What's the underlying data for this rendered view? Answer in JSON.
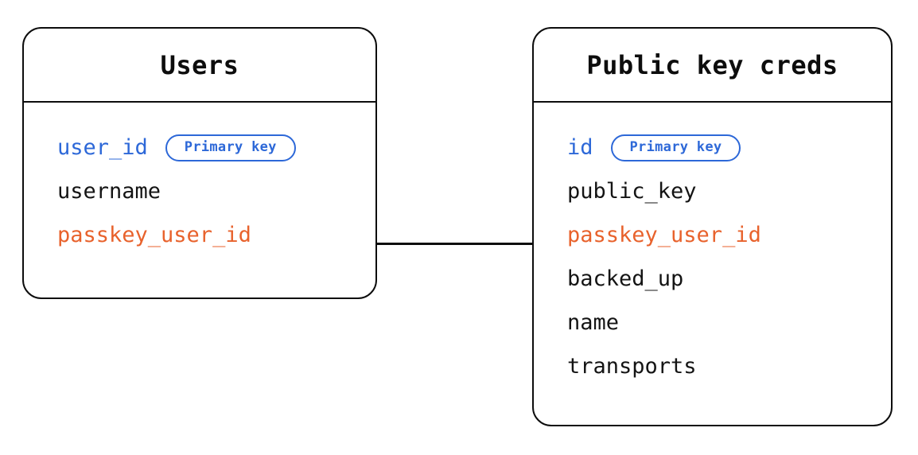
{
  "diagram": {
    "type": "entity-relationship",
    "background_color": "#ffffff",
    "colors": {
      "text": "#141414",
      "border": "#0d0d0d",
      "primary_key": "#2d68d8",
      "foreign_key": "#e8622c"
    },
    "entities": [
      {
        "id": "users",
        "title": "Users",
        "fields": [
          {
            "name": "user_id",
            "role": "key",
            "badge": "Primary key"
          },
          {
            "name": "username",
            "role": "plain",
            "badge": null
          },
          {
            "name": "passkey_user_id",
            "role": "fk",
            "badge": null
          }
        ]
      },
      {
        "id": "public-key-creds",
        "title": "Public key creds",
        "fields": [
          {
            "name": "id",
            "role": "key",
            "badge": "Primary key"
          },
          {
            "name": "public_key",
            "role": "plain",
            "badge": null
          },
          {
            "name": "passkey_user_id",
            "role": "fk",
            "badge": null
          },
          {
            "name": "backed_up",
            "role": "plain",
            "badge": null
          },
          {
            "name": "name",
            "role": "plain",
            "badge": null
          },
          {
            "name": "transports",
            "role": "plain",
            "badge": null
          }
        ]
      }
    ],
    "relationship": {
      "from_entity": "users",
      "from_field": "passkey_user_id",
      "to_entity": "public-key-creds",
      "to_field": "passkey_user_id"
    }
  }
}
